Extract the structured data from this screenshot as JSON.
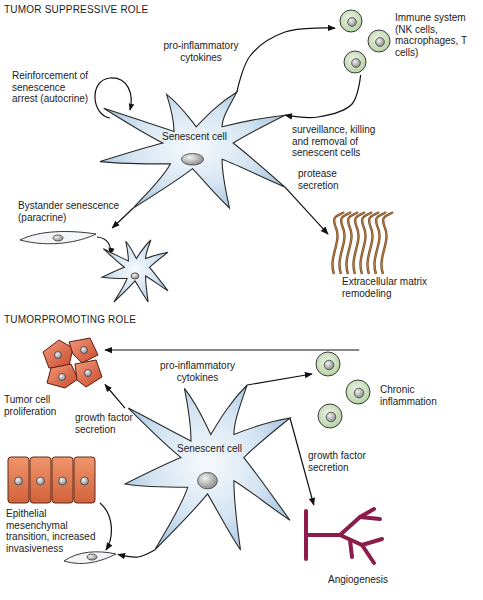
{
  "diagram": {
    "nodes": [
      {
        "text": [
          "Senescent cell"
        ]
      },
      {
        "text": [
          "Immune system (NK cells, macrophages, T cells)"
        ]
      },
      {
        "text": [
          "Bystander senescence (paracrine)"
        ]
      },
      {
        "text": [
          "Extracellular matrix remodeling"
        ]
      },
      {
        "text": [
          "Senescent cell"
        ]
      },
      {
        "text": [
          "Chronic inflammation"
        ]
      },
      {
        "text": [
          "Tumor cell proliferation"
        ]
      },
      {
        "text": [
          "Epithelial mesenchymal transition, increased invasiveness"
        ]
      },
      {
        "text": [
          "Angiogenesis"
        ]
      }
    ],
    "edges": [
      {
        "from": 0,
        "to": 1,
        "label": "pro-inflammatory cytokines",
        "arrow": "to"
      },
      {
        "from": 1,
        "to": 0,
        "label": "surveillance, killing and removal of senescent cells",
        "arrow": "to"
      },
      {
        "from": 0,
        "to": 2,
        "arrow": "to"
      },
      {
        "from": 0,
        "to": 3,
        "label": "protease secretion",
        "arrow": "to"
      },
      {
        "from": 5,
        "to": 6,
        "arrow": "to"
      },
      {
        "from": 4,
        "to": 6,
        "label": "growth factor secretion",
        "arrow": "to"
      },
      {
        "from": 4,
        "to": 5,
        "label": "pro-inflammatory cytokines",
        "arrow": "to"
      },
      {
        "from": 4,
        "to": 7,
        "arrow": "to"
      },
      {
        "from": 4,
        "to": 8,
        "label": "growth factor secretion",
        "arrow": "to"
      }
    ],
    "labels": [
      "TUMOR SUPPRESSIVE ROLE",
      "Reinforcement of senescence arrest (autocrine)",
      "TUMORPROMOTING ROLE"
    ]
  }
}
